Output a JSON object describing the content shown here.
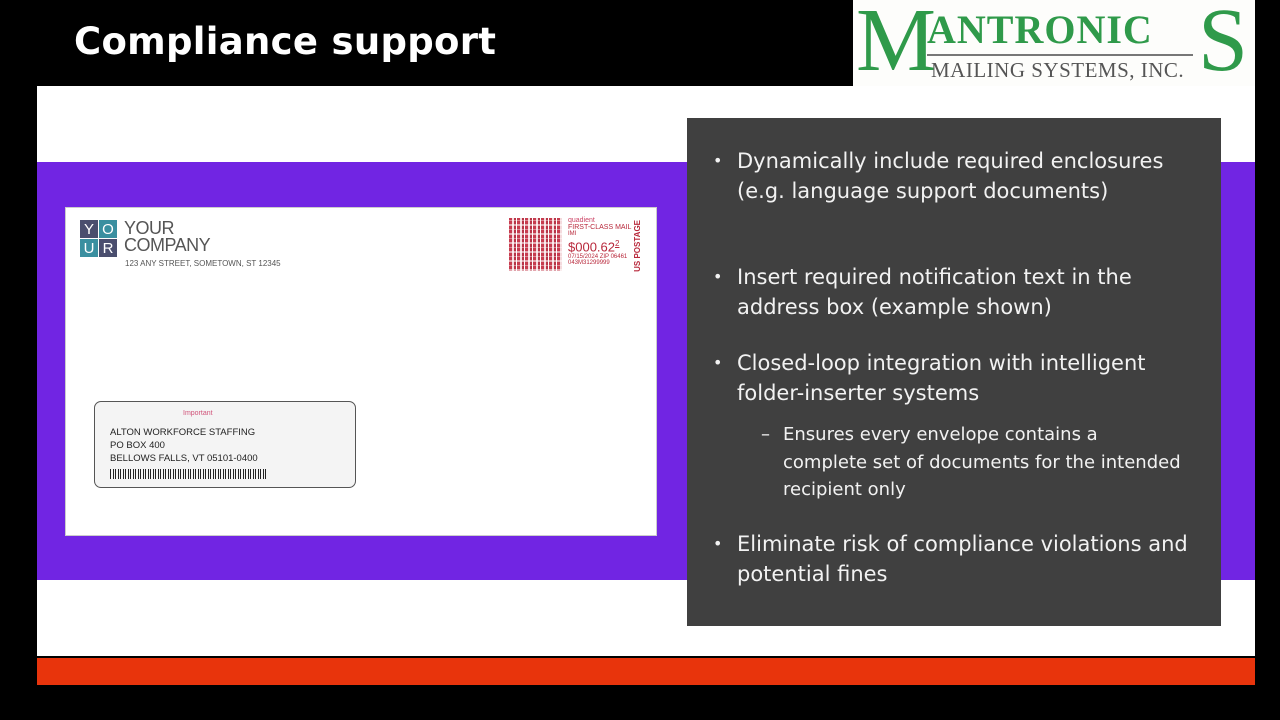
{
  "slide": {
    "title": "Compliance support",
    "colors": {
      "purple": "#7125e3",
      "red": "#e8340c",
      "panel": "#404040",
      "logo_green": "#2f9a4a"
    }
  },
  "logo": {
    "m": "M",
    "antronic": "ANTRONIC",
    "s": "S",
    "subtitle": "MAILING SYSTEMS, INC."
  },
  "envelope": {
    "sender_logo": [
      "Y",
      "O",
      "U",
      "R"
    ],
    "company_line1": "YOUR",
    "company_line2": "COMPANY",
    "sender_address": "123 ANY STREET, SOMETOWN, ST 12345",
    "postage": {
      "brand": "quadient",
      "class": "FIRST-CLASS MAIL",
      "imi": "IMI",
      "amount": "$000.62",
      "amount_fraction": "2",
      "date_zip": "07/15/2024   ZIP 06461",
      "meter": "043M31299999",
      "us_postage": "US POSTAGE"
    },
    "window": {
      "notice": "Important",
      "recipient": [
        "ALTON WORKFORCE STAFFING",
        "PO BOX 400",
        "BELLOWS FALLS, VT 05101-0400"
      ]
    }
  },
  "bullets": [
    {
      "text": "Dynamically include required enclosures  (e.g. language support documents)"
    },
    {
      "text": "Insert required notification text in the address box (example shown)"
    },
    {
      "text": "Closed-loop integration with intelligent folder-inserter systems"
    },
    {
      "text": "Ensures every envelope contains a complete set of documents for the intended recipient only",
      "sub": true
    },
    {
      "text": "Eliminate risk of compliance violations and potential fines"
    }
  ]
}
